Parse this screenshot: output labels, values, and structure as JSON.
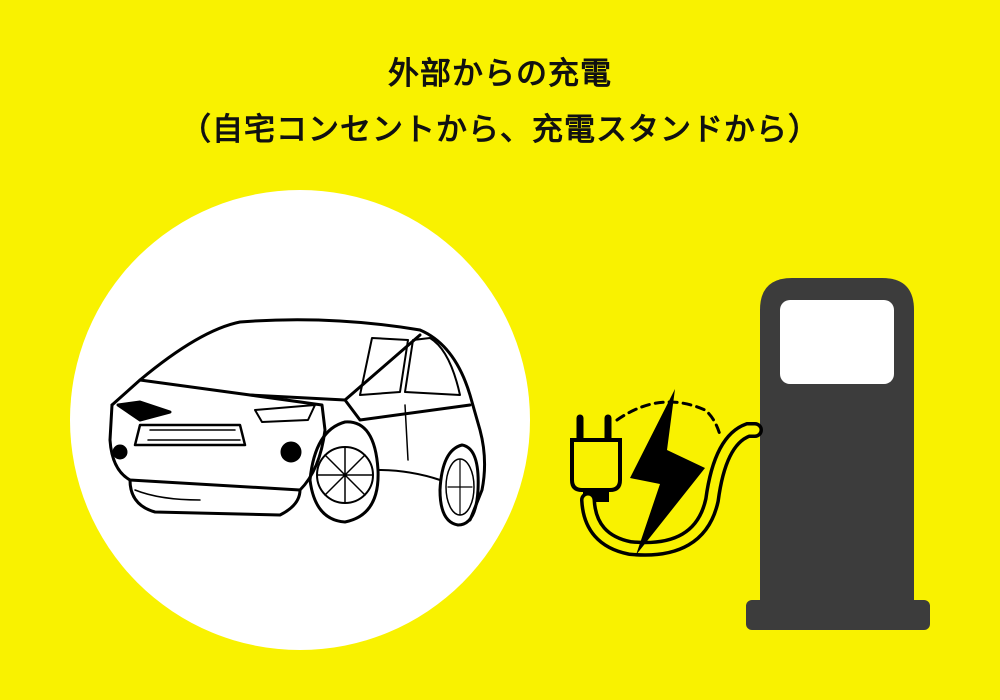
{
  "title": {
    "line1": "外部からの充電",
    "line2": "（自宅コンセントから、充電スタンドから）"
  },
  "colors": {
    "background": "#f9f200",
    "circle": "#ffffff",
    "station": "#3c3c3c",
    "station_screen": "#ffffff",
    "ink": "#000000"
  },
  "icons": [
    "car-illustration",
    "plug-icon",
    "lightning-icon",
    "charging-station-icon"
  ]
}
